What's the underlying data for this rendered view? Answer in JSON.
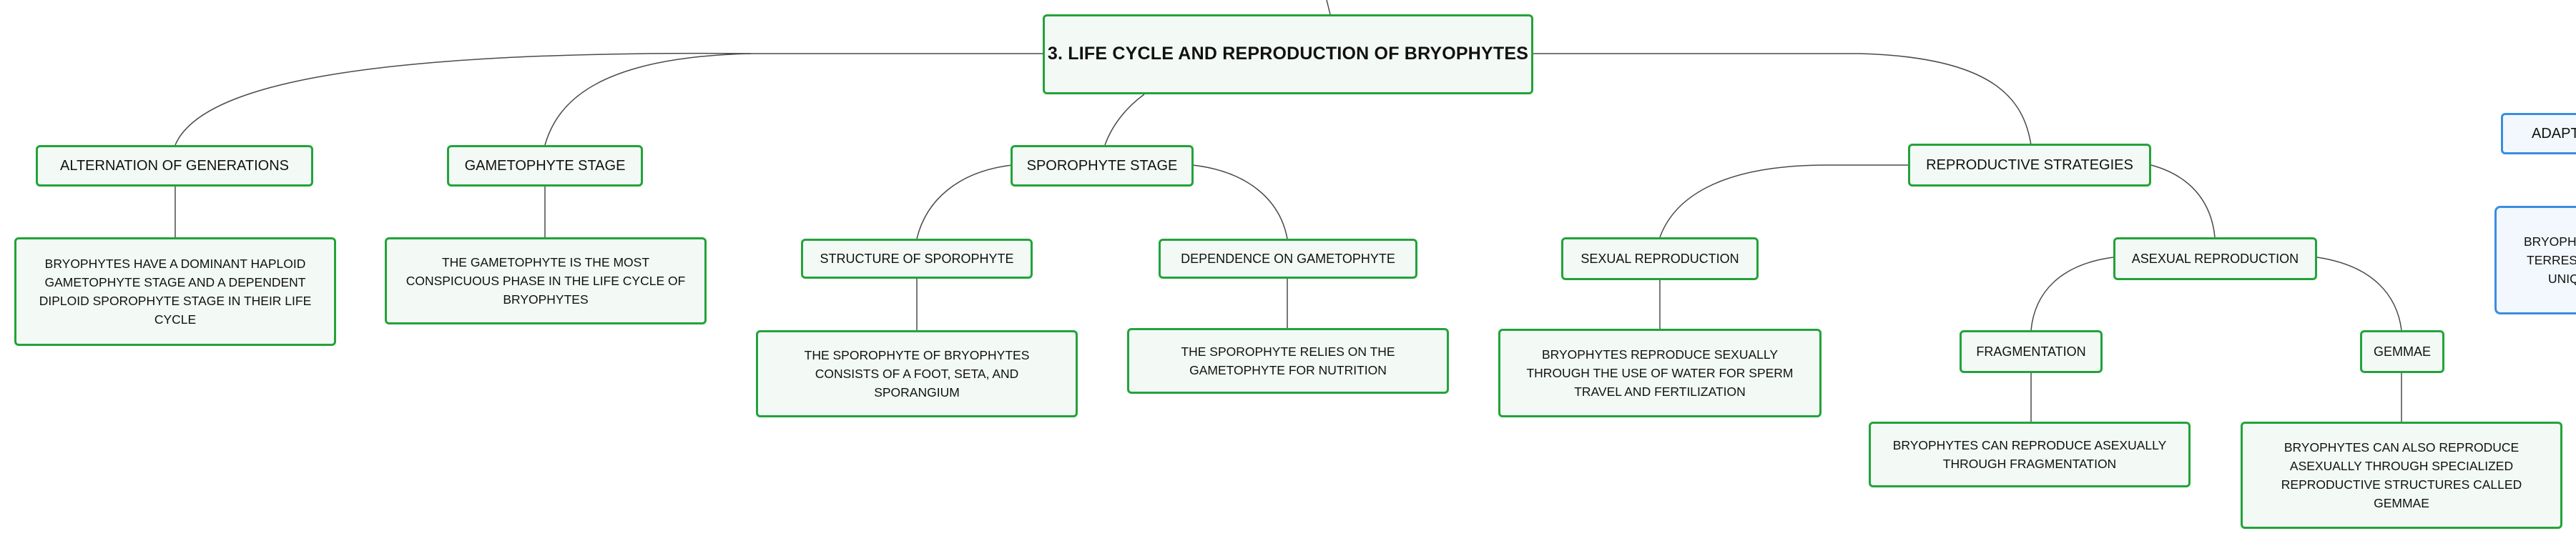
{
  "mindmap": {
    "root": "3. LIFE CYCLE AND REPRODUCTION OF BRYOPHYTES",
    "alternation": {
      "label": "ALTERNATION OF GENERATIONS",
      "detail": "BRYOPHYTES HAVE A DOMINANT HAPLOID GAMETOPHYTE STAGE AND A DEPENDENT DIPLOID SPOROPHYTE STAGE IN THEIR LIFE CYCLE"
    },
    "gametophyte": {
      "label": "GAMETOPHYTE STAGE",
      "detail": "THE GAMETOPHYTE IS THE MOST CONSPICUOUS PHASE IN THE LIFE CYCLE OF BRYOPHYTES"
    },
    "sporophyte": {
      "label": "SPOROPHYTE STAGE",
      "structure": {
        "label": "STRUCTURE OF SPOROPHYTE",
        "detail": "THE SPOROPHYTE OF BRYOPHYTES CONSISTS OF A FOOT, SETA, AND SPORANGIUM"
      },
      "dependence": {
        "label": "DEPENDENCE ON GAMETOPHYTE",
        "detail": "THE SPOROPHYTE RELIES ON THE GAMETOPHYTE FOR NUTRITION"
      }
    },
    "reproductive": {
      "label": "REPRODUCTIVE STRATEGIES",
      "sexual": {
        "label": "SEXUAL REPRODUCTION",
        "detail": "BRYOPHYTES REPRODUCE SEXUALLY THROUGH THE USE OF WATER FOR SPERM TRAVEL AND FERTILIZATION"
      },
      "asexual": {
        "label": "ASEXUAL REPRODUCTION",
        "fragmentation": {
          "label": "FRAGMENTATION",
          "detail": "BRYOPHYTES CAN REPRODUCE ASEXUALLY THROUGH FRAGMENTATION"
        },
        "gemmae": {
          "label": "GEMMAE",
          "detail": "BRYOPHYTES CAN ALSO REPRODUCE ASEXUALLY THROUGH SPECIALIZED REPRODUCTIVE STRUCTURES CALLED GEMMAE"
        }
      }
    },
    "partial": {
      "right_topic": "ADAPT",
      "right_detail_lines": [
        "BRYOPHYT",
        "TERRESTR",
        "UNIQU"
      ]
    }
  },
  "colors": {
    "node_border": "#22a33a",
    "node_fill": "#f3faf5",
    "partial_border": "#3a8ee0",
    "partial_fill": "#f2f8fd",
    "connector": "#4a4a4a"
  }
}
